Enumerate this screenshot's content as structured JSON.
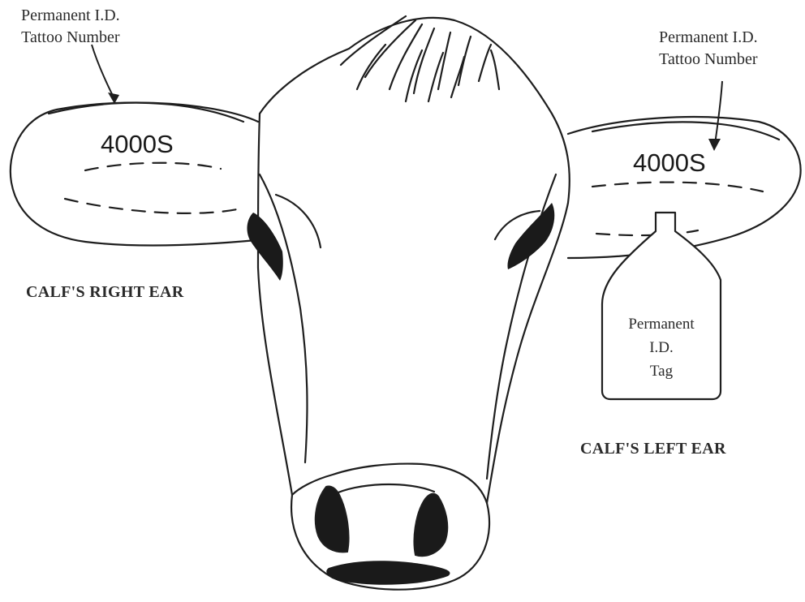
{
  "right_ear": {
    "callout_line1": "Permanent I.D.",
    "callout_line2": "Tattoo Number",
    "tattoo_number": "4000S",
    "caption": "CALF'S RIGHT EAR"
  },
  "left_ear": {
    "callout_line1": "Permanent I.D.",
    "callout_line2": "Tattoo Number",
    "tattoo_number": "4000S",
    "caption": "CALF'S LEFT EAR"
  },
  "tag": {
    "line1": "Permanent",
    "line2": "I.D.",
    "line3": "Tag"
  },
  "colors": {
    "line": "#1e1e1e",
    "fill_dark": "#1a1a1a",
    "background": "#ffffff"
  }
}
